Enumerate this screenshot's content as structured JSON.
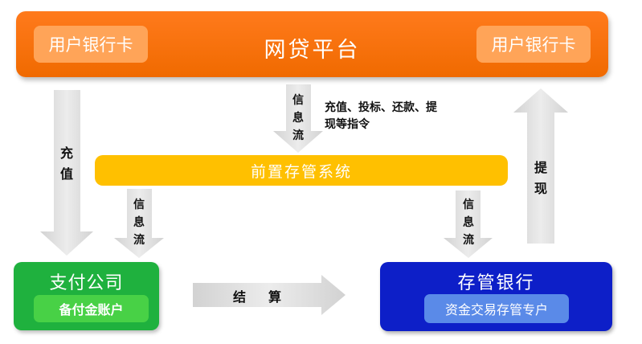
{
  "platform": {
    "title": "网贷平台",
    "left_card": "用户银行卡",
    "right_card": "用户银行卡"
  },
  "pre_system": {
    "label": "前置存管系统"
  },
  "payment_company": {
    "title": "支付公司",
    "account": "备付金账户"
  },
  "depository_bank": {
    "title": "存管银行",
    "account": "资金交易存管专户"
  },
  "flows": {
    "recharge": "充值",
    "withdraw": "提现",
    "info_flow": "信息流",
    "info_flow_instructions": "充值、投标、还款、提现等指令",
    "settlement": "结算"
  },
  "colors": {
    "platform": "#f27000",
    "platform_card": "#ffa458",
    "pre_system": "#ffc000",
    "payment_company": "#1fb13e",
    "payment_account": "#48d146",
    "depository_bank": "#0d1fc8",
    "bank_account": "#5a8ae8",
    "arrow": "#dcdcdc"
  }
}
